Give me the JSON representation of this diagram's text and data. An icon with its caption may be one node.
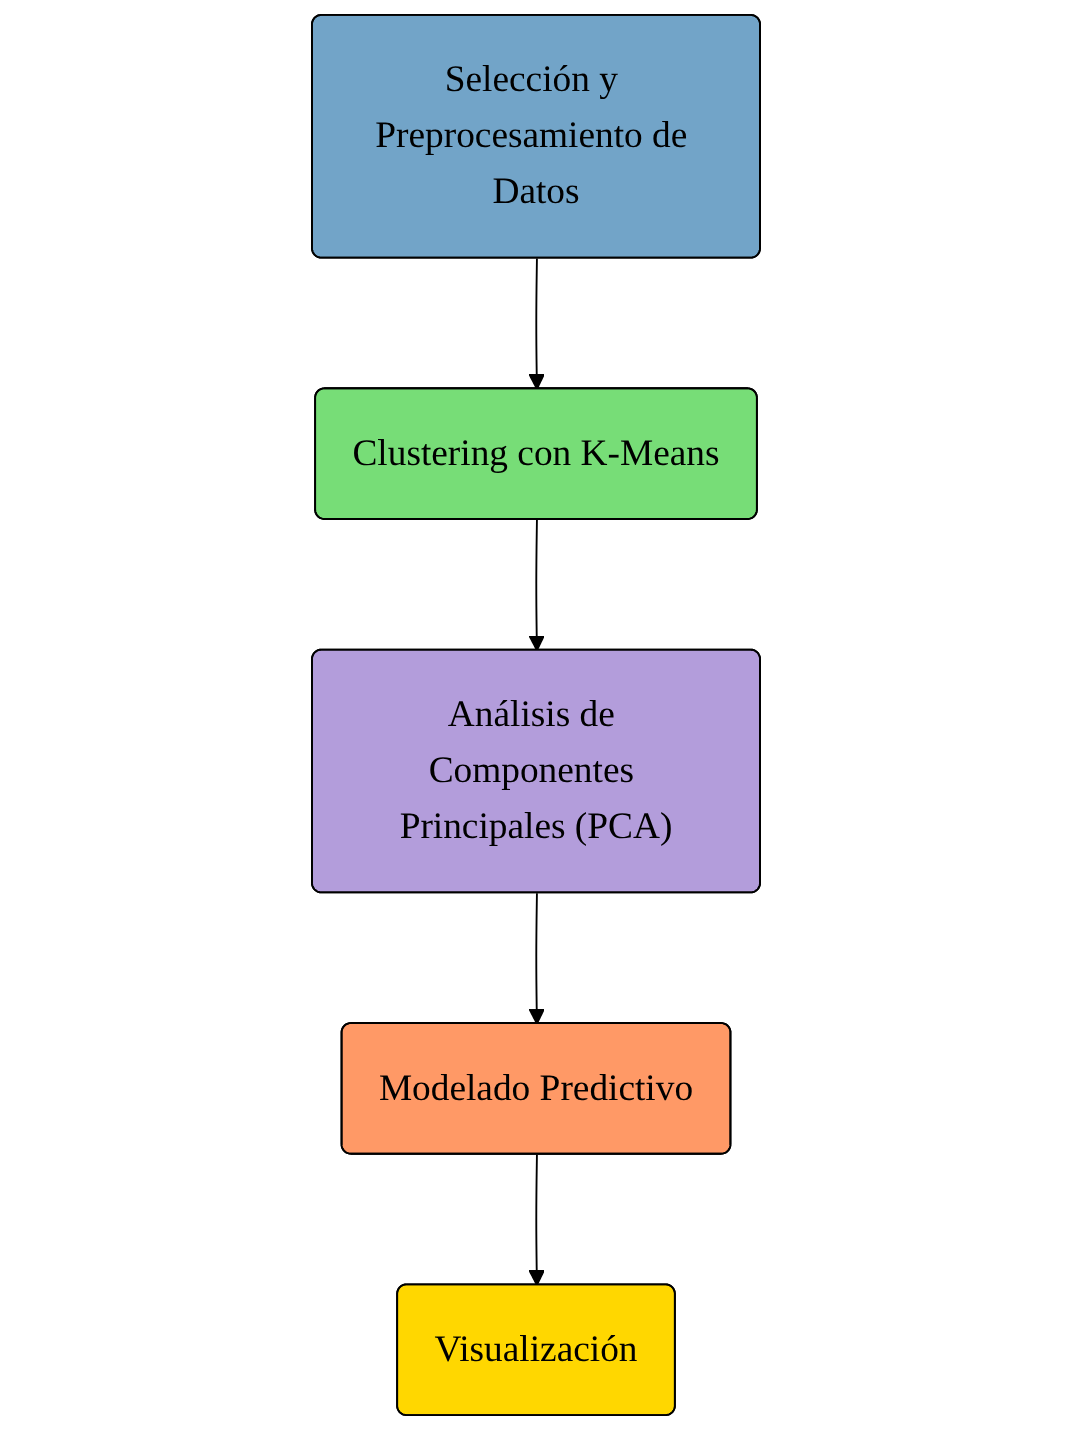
{
  "diagram": {
    "nodes": [
      {
        "text": [
          "Selección y Preprocesamiento de Datos"
        ]
      },
      {
        "text": [
          "Clustering con K-Means"
        ]
      },
      {
        "text": [
          "Análisis de Componentes Principales (PCA)"
        ]
      },
      {
        "text": [
          "Modelado Predictivo"
        ]
      },
      {
        "text": [
          "Visualización"
        ]
      }
    ],
    "edges": [
      {
        "from": 0,
        "to": 1,
        "arrow": "to"
      },
      {
        "from": 1,
        "to": 2,
        "arrow": "to"
      },
      {
        "from": 2,
        "to": 3,
        "arrow": "to"
      },
      {
        "from": 3,
        "to": 4,
        "arrow": "to"
      }
    ]
  }
}
